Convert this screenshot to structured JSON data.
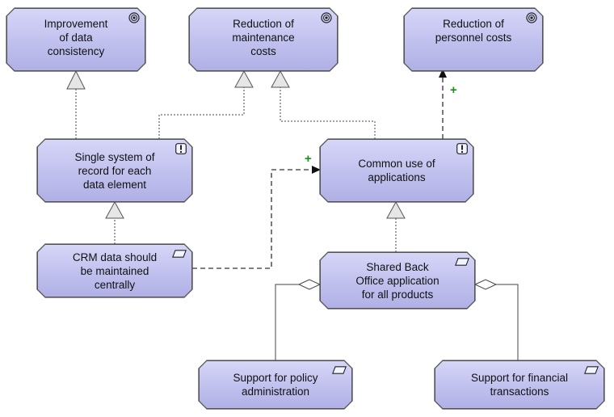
{
  "nodes": {
    "improvement_data_consistency": {
      "label": "Improvement\nof data\nconsistency",
      "icon": "goal-icon"
    },
    "reduction_maintenance_costs": {
      "label": "Reduction of\nmaintenance\ncosts",
      "icon": "goal-icon"
    },
    "reduction_personnel_costs": {
      "label": "Reduction of\npersonnel costs",
      "icon": "goal-icon"
    },
    "single_system_of_record": {
      "label": "Single system of\nrecord for each\ndata element",
      "icon": "principle-icon"
    },
    "common_use_of_applications": {
      "label": "Common use of\napplications",
      "icon": "principle-icon"
    },
    "crm_data_central": {
      "label": "CRM data should\nbe maintained\ncentrally",
      "icon": "requirement-icon"
    },
    "shared_back_office": {
      "label": "Shared Back\nOffice application\nfor all products",
      "icon": "requirement-icon"
    },
    "support_policy_admin": {
      "label": "Support for policy\nadministration",
      "icon": "requirement-icon"
    },
    "support_financial_transactions": {
      "label": "Support for financial\ntransactions",
      "icon": "requirement-icon"
    }
  },
  "edge_labels": {
    "plus_1": "+",
    "plus_2": "+"
  },
  "colors": {
    "node_fill": "#c4c4f0",
    "border": "#555555",
    "plus": "#1a8f1a"
  }
}
